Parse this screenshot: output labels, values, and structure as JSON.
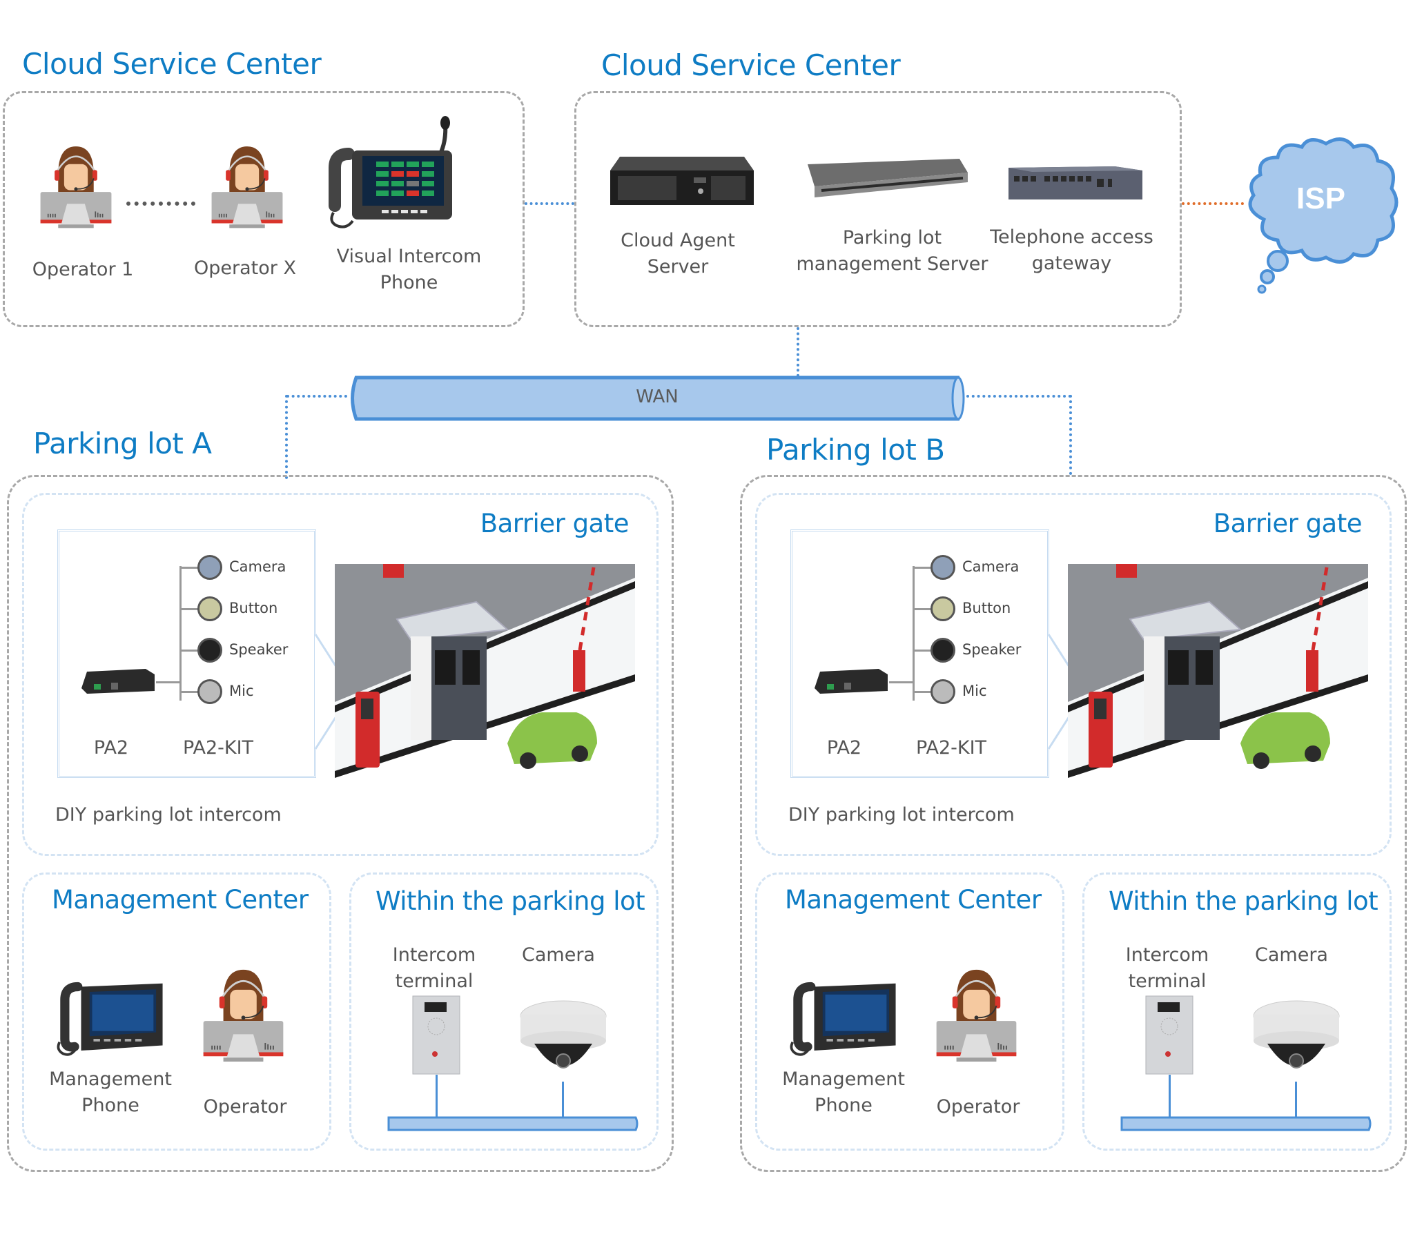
{
  "cloud_left": {
    "title": "Cloud Service Center",
    "devices": [
      {
        "label": "Operator 1",
        "icon": "operator-icon"
      },
      {
        "label": "Operator X",
        "icon": "operator-icon"
      },
      {
        "label_line1": "Visual Intercom",
        "label_line2": "Phone",
        "icon": "visual-intercom-phone-icon"
      }
    ]
  },
  "cloud_right": {
    "title": "Cloud Service Center",
    "devices": [
      {
        "label_line1": "Cloud Agent",
        "label_line2": "Server",
        "icon": "rack-server-icon"
      },
      {
        "label_line1": "Parking lot",
        "label_line2": "management Server",
        "icon": "slim-server-icon"
      },
      {
        "label_line1": "Telephone access",
        "label_line2": "gateway",
        "icon": "gateway-icon"
      }
    ]
  },
  "isp": {
    "label": "ISP"
  },
  "wan": {
    "label": "WAN"
  },
  "colors": {
    "title_blue": "#0e7cc4",
    "pipe_fill": "#a7c8ec",
    "pipe_stroke": "#4a8fd6",
    "isp_link": "#e06d2a",
    "box_border": "#a8a8a8"
  },
  "lots": [
    {
      "title": "Parking lot A",
      "barrier": {
        "title": "Barrier gate",
        "kit_items": [
          "Camera",
          "Button",
          "Speaker",
          "Mic"
        ],
        "pa2_label": "PA2",
        "kit_label": "PA2-KIT",
        "caption": "DIY parking lot intercom"
      },
      "management": {
        "title": "Management Center",
        "phone_line1": "Management",
        "phone_line2": "Phone",
        "operator": "Operator"
      },
      "within": {
        "title": "Within the parking lot",
        "intercom_line1": "Intercom",
        "intercom_line2": "terminal",
        "camera": "Camera"
      }
    },
    {
      "title": "Parking lot B",
      "barrier": {
        "title": "Barrier gate",
        "kit_items": [
          "Camera",
          "Button",
          "Speaker",
          "Mic"
        ],
        "pa2_label": "PA2",
        "kit_label": "PA2-KIT",
        "caption": "DIY parking lot intercom"
      },
      "management": {
        "title": "Management Center",
        "phone_line1": "Management",
        "phone_line2": "Phone",
        "operator": "Operator"
      },
      "within": {
        "title": "Within the parking lot",
        "intercom_line1": "Intercom",
        "intercom_line2": "terminal",
        "camera": "Camera"
      }
    }
  ]
}
